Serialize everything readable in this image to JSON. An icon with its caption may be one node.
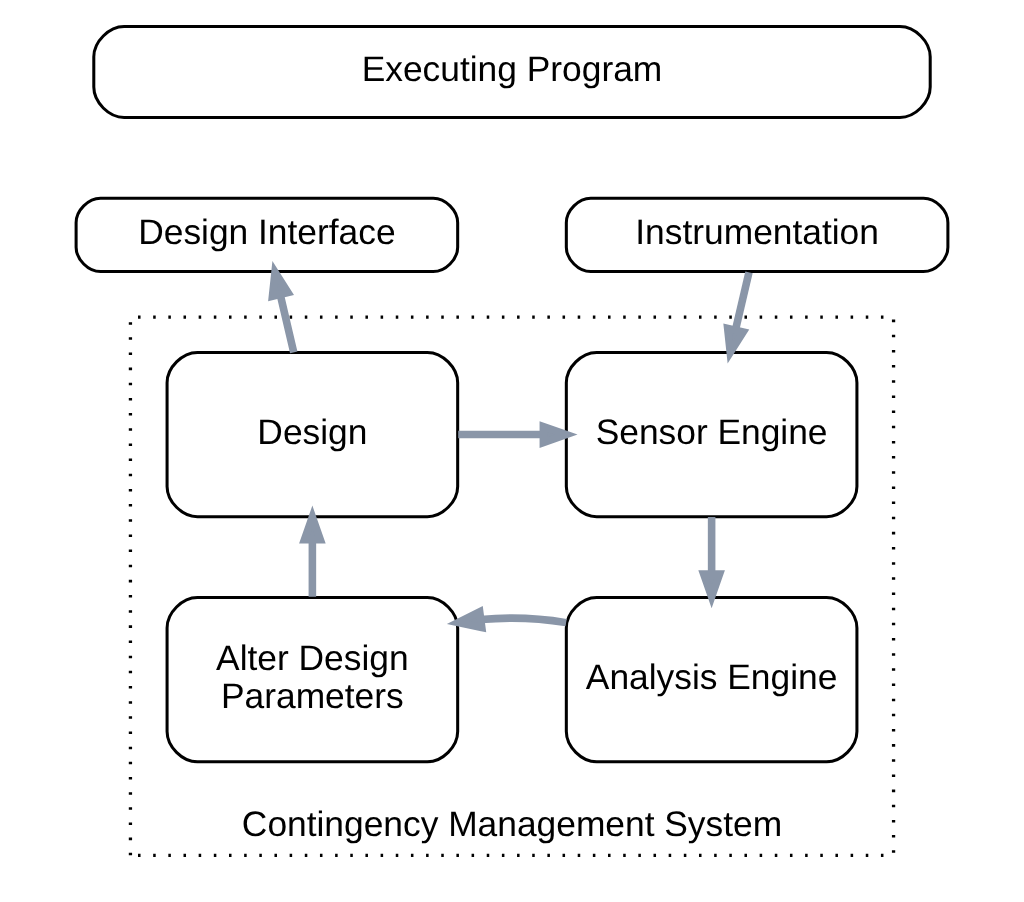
{
  "diagram": {
    "nodes": [
      {
        "text": [
          "Executing Program"
        ]
      },
      {
        "text": [
          "Design Interface"
        ]
      },
      {
        "text": [
          "Instrumentation"
        ]
      },
      {
        "text": [
          "Contingency Management System"
        ]
      },
      {
        "text": [
          "Design"
        ],
        "in": 3
      },
      {
        "text": [
          "Sensor Engine"
        ],
        "in": 3
      },
      {
        "text": [
          "Alter Design Parameters"
        ],
        "in": 3
      },
      {
        "text": [
          "Analysis Engine"
        ],
        "in": 3
      }
    ],
    "edges": [
      {
        "from": 4,
        "to": 1,
        "arrow": "to"
      },
      {
        "from": 2,
        "to": 5,
        "arrow": "to"
      },
      {
        "from": 4,
        "to": 5,
        "arrow": "to"
      },
      {
        "from": 5,
        "to": 7,
        "arrow": "to"
      },
      {
        "from": 7,
        "to": 6,
        "arrow": "to"
      },
      {
        "from": 6,
        "to": 4,
        "arrow": "to"
      }
    ]
  }
}
